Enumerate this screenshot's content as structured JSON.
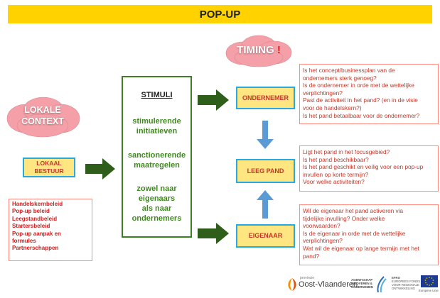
{
  "title": "POP-UP",
  "clouds": {
    "timing": {
      "text": "TIMING",
      "exclamation": "!"
    },
    "lokale_context": {
      "line1": "LOKALE",
      "line2": "CONTEXT"
    }
  },
  "boxes": {
    "lokaal_bestuur": {
      "line1": "LOKAAL",
      "line2": "BESTUUR"
    },
    "ondernemer": "ONDERNEMER",
    "leeg_pand": "LEEG PAND",
    "eigenaar": "EIGENAAR"
  },
  "stimuli": {
    "heading": "STIMULI",
    "item1": {
      "line1": "stimulerende",
      "line2": "initiatieven"
    },
    "item2": {
      "line1": "sanctionerende",
      "line2": "maatregelen"
    },
    "item3": {
      "line1": "zowel naar",
      "line2": "eigenaars",
      "line3": "als naar",
      "line4": "ondernemers"
    }
  },
  "policy_list": [
    "Handelskernbeleid",
    "Pop-up beleid",
    "Leegstandbeleid",
    "Startersbeleid",
    "Pop-up aanpak en",
    "formules",
    "Partnerschappen"
  ],
  "questions_ondernemer": [
    "Is het concept/businessplan van de",
    "ondernemers sterk genoeg?",
    "Is de ondernemer in orde met de wettelijke",
    "verplichtingen?",
    "Past de activiteit in het pand? (en in de visie",
    "voor de handelskern?)",
    "Is het pand betaalbaar voor de ondernemer?"
  ],
  "questions_pand": [
    "Ligt het pand in het focusgebied?",
    "Is het pand beschikbaar?",
    "Is het pand geschikt en veilig voor een pop-up",
    "invullen op korte termijn?",
    "Voor welke activiteiten?"
  ],
  "questions_eigenaar": [
    "Wil de eigenaar het pand activeren via",
    "tijdelijke invulling? Onder welke",
    "voorwaarden?",
    "Is de eigenaar in orde met de wettelijke",
    "verplichtingen?",
    "Wat wil de eigenaar op lange termijn met het",
    "pand?"
  ],
  "footer": {
    "province_small": "provincie",
    "province": "Oost-Vlaanderen",
    "agency_line1": "AGENTSCHAP",
    "agency_line2": "INNOVEREN &",
    "agency_line3": "ONDERNEMEN",
    "efro_line1": "EFRO",
    "efro_line2": "EUROPEES FONDS",
    "efro_line3": "VOOR REGIONALE",
    "efro_line4": "ONTWIKKELING",
    "eu": "Europese Unie"
  },
  "colors": {
    "title_bg": "#ffd200",
    "cloud": "#f5a0a8",
    "box_fill": "#ffe680",
    "box_border": "#27a9e1",
    "arrow_green": "#2e5e1a",
    "arrow_blue": "#5b9bd5",
    "red_text": "#c0392b"
  }
}
